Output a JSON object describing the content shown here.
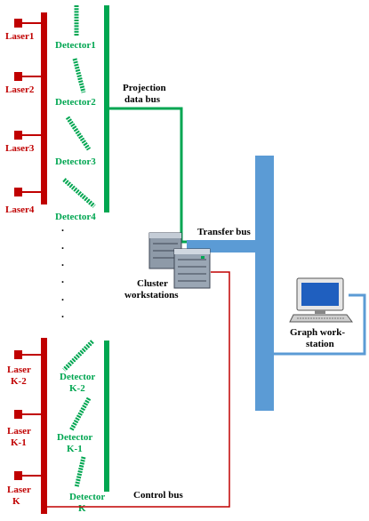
{
  "colors": {
    "laser_red": "#c00000",
    "detector_green": "#00a651",
    "transfer_blue": "#5b9bd5",
    "text_dark": "#000000",
    "label_red": "#c00000",
    "label_green": "#00a651"
  },
  "lasers": [
    {
      "label": "Laser1"
    },
    {
      "label": "Laser2"
    },
    {
      "label": "Laser3"
    },
    {
      "label": "Laser4"
    },
    {
      "label_line1": "Laser",
      "label_line2": "K-2"
    },
    {
      "label_line1": "Laser",
      "label_line2": "K-1"
    },
    {
      "label_line1": "Laser",
      "label_line2": "K"
    }
  ],
  "detectors": [
    {
      "label": "Detector1"
    },
    {
      "label": "Detector2"
    },
    {
      "label": "Detector3"
    },
    {
      "label": "Detector4"
    },
    {
      "label_line1": "Detector",
      "label_line2": "K-2"
    },
    {
      "label_line1": "Detector",
      "label_line2": "K-1"
    },
    {
      "label_line1": "Detector",
      "label_line2": "K"
    }
  ],
  "buses": {
    "projection_line1": "Projection",
    "projection_line2": "data bus",
    "transfer": "Transfer bus",
    "control": "Control bus"
  },
  "cluster": {
    "line1": "Cluster",
    "line2": "workstations",
    "icon": "server-rack-icon"
  },
  "graph": {
    "line1": "Graph work-",
    "line2": "station",
    "icon": "desktop-computer-icon"
  },
  "ellipsis": "."
}
